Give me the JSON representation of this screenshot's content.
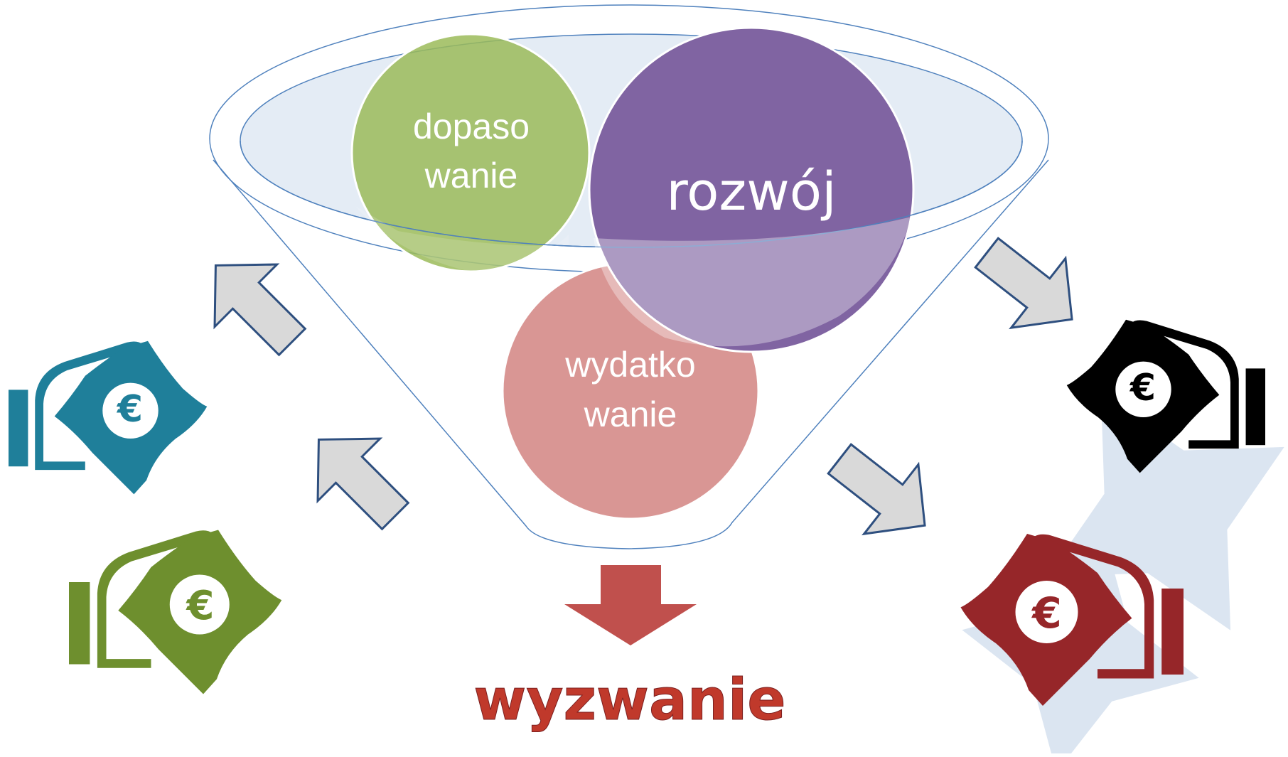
{
  "funnel": {
    "circles": [
      {
        "id": "green",
        "lines": [
          "dopaso",
          "wanie"
        ],
        "color": "#9bbb59"
      },
      {
        "id": "purple",
        "lines": [
          "rozwój"
        ],
        "color": "#8064a2"
      },
      {
        "id": "pink",
        "lines": [
          "wydatko",
          "wanie"
        ],
        "color": "#d99694"
      }
    ]
  },
  "result": {
    "label": "wyzwanie",
    "color": "#c0392b"
  },
  "colors": {
    "funnel_stroke": "#4f81bd",
    "funnel_fill": "#dbe5f1",
    "arrow_fill": "#d9d9d9",
    "arrow_stroke": "#2e4f7f",
    "down_arrow": "#c0504d",
    "star": "#dbe5f1",
    "icon_teal": "#1f7f9a",
    "icon_green": "#6e8f2e",
    "icon_black": "#000000",
    "icon_red": "#962629"
  },
  "icons": [
    {
      "name": "money-hand-teal-icon",
      "color": "icon_teal"
    },
    {
      "name": "money-hand-green-icon",
      "color": "icon_green"
    },
    {
      "name": "money-hand-black-icon",
      "color": "icon_black"
    },
    {
      "name": "money-hand-red-icon",
      "color": "icon_red"
    }
  ]
}
